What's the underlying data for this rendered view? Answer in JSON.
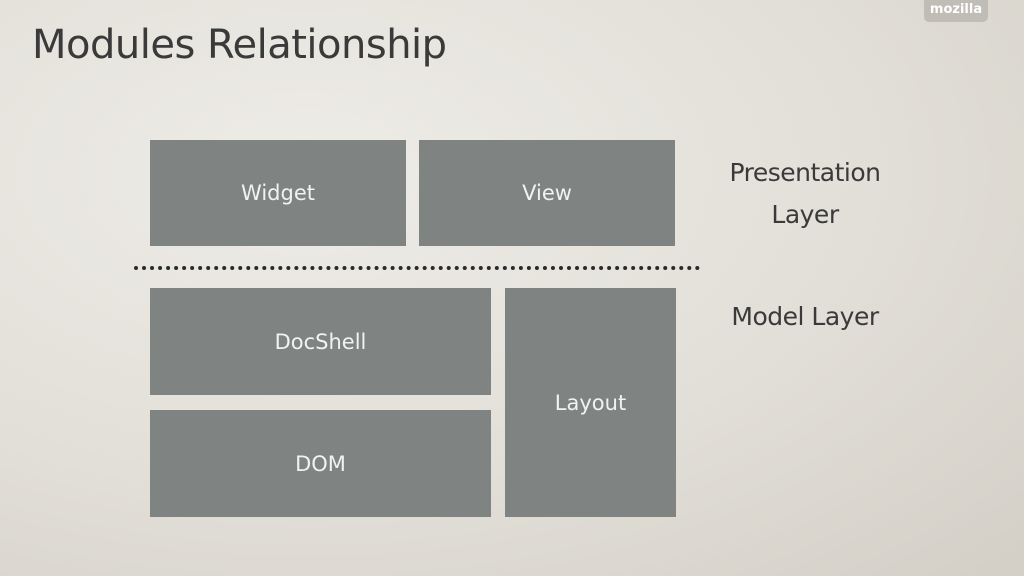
{
  "slide": {
    "title": "Modules Relationship",
    "logo": "mozilla"
  },
  "diagram": {
    "boxes": {
      "widget": "Widget",
      "view": "View",
      "docshell": "DocShell",
      "dom": "DOM",
      "layout": "Layout"
    },
    "layers": {
      "presentation_line1": "Presentation",
      "presentation_line2": "Layer",
      "model": "Model Layer"
    },
    "colors": {
      "box_fill": "#7f8482",
      "box_text": "#f2f2f0",
      "text": "#3a3a3a",
      "separator": "#2a2a2a"
    }
  }
}
